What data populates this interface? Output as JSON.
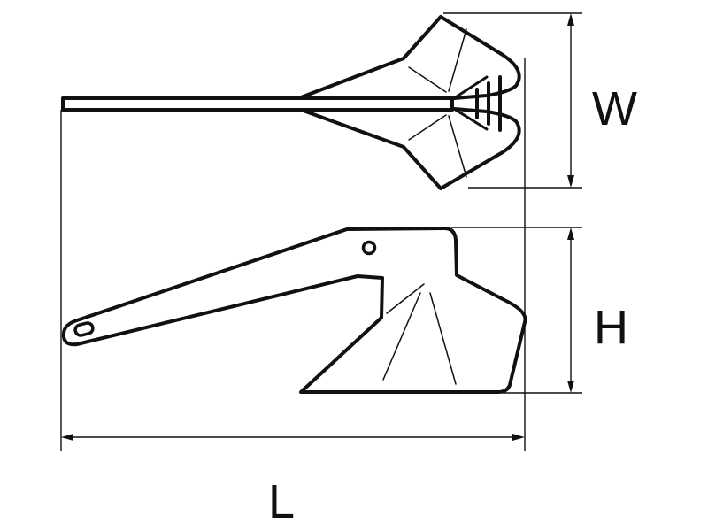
{
  "diagram": {
    "subject": "plough anchor dimension drawing",
    "views": [
      {
        "name": "top-view",
        "description": "anchor seen from above, showing shank and twin flukes"
      },
      {
        "name": "side-view",
        "description": "anchor seen from the side, showing shank, hole and fluke"
      }
    ],
    "dimensions": {
      "width": {
        "label": "W"
      },
      "height": {
        "label": "H"
      },
      "length": {
        "label": "L"
      }
    },
    "colors": {
      "line": "#111111",
      "background": "#ffffff"
    }
  }
}
